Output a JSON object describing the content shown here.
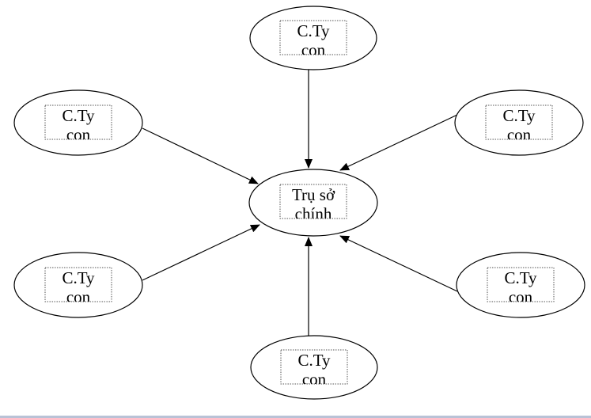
{
  "diagram": {
    "nodes": [
      {
        "id": "hq",
        "lines": [
          "Trụ sở",
          "chính"
        ]
      },
      {
        "id": "sub-top",
        "lines": [
          "C.Ty",
          "con"
        ]
      },
      {
        "id": "sub-upper-left",
        "lines": [
          "C.Ty",
          "con"
        ]
      },
      {
        "id": "sub-upper-right",
        "lines": [
          "C.Ty",
          "con"
        ]
      },
      {
        "id": "sub-lower-left",
        "lines": [
          "C.Ty",
          "con"
        ]
      },
      {
        "id": "sub-lower-right",
        "lines": [
          "C.Ty",
          "con"
        ]
      },
      {
        "id": "sub-bottom",
        "lines": [
          "C.Ty",
          "con"
        ]
      }
    ],
    "edges": [
      {
        "from": "sub-top",
        "to": "hq"
      },
      {
        "from": "sub-upper-left",
        "to": "hq"
      },
      {
        "from": "sub-upper-right",
        "to": "hq"
      },
      {
        "from": "sub-lower-left",
        "to": "hq"
      },
      {
        "from": "sub-lower-right",
        "to": "hq"
      },
      {
        "from": "sub-bottom",
        "to": "hq"
      }
    ],
    "colors": {
      "stroke": "#000000",
      "label_box_border": "#555555",
      "background": "#ffffff"
    }
  }
}
